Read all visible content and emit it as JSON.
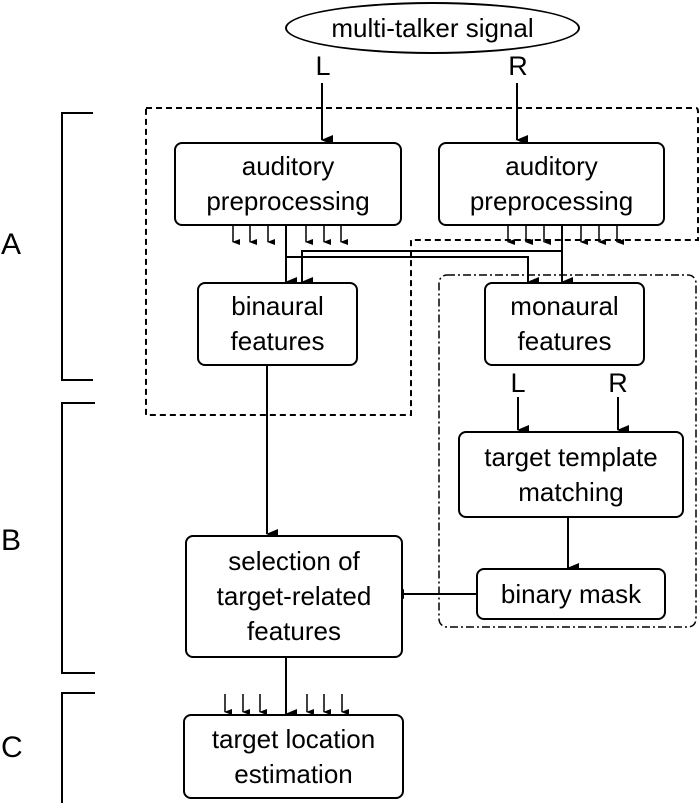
{
  "source": {
    "label": "multi-talker signal",
    "channels": [
      "L",
      "R"
    ]
  },
  "boxes": {
    "aud_left": "auditory preprocessing",
    "aud_right": "auditory preprocessing",
    "binaural": "binaural features",
    "monaural": "monaural features",
    "template": "target template matching",
    "mask": "binary mask",
    "selection": "selection of target-related features",
    "location": "target location estimation"
  },
  "monaural_outputs": [
    "L",
    "R"
  ],
  "sections": [
    "A",
    "B",
    "C"
  ],
  "colors": {
    "line": "#000000",
    "background": "#ffffff"
  }
}
